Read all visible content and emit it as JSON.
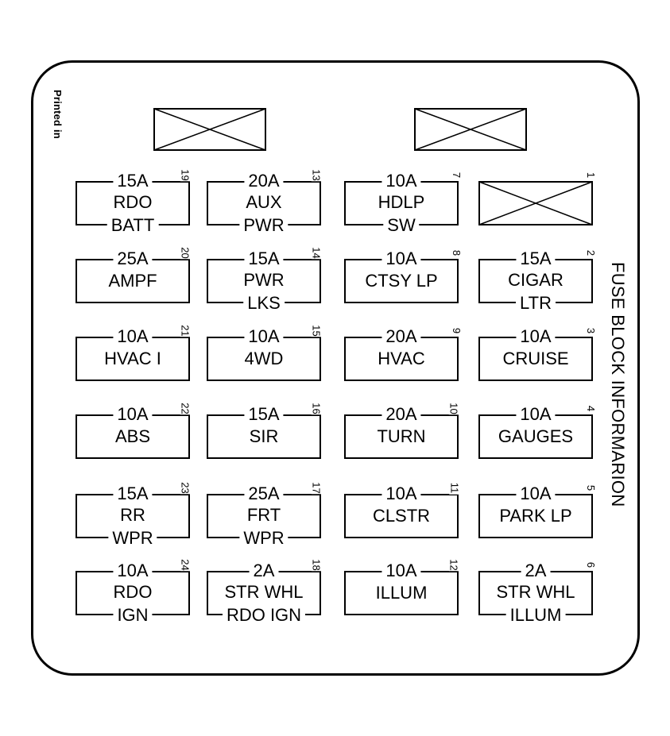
{
  "title": "FUSE BLOCK INFORMARION",
  "printed_note": "Printed in",
  "fuses": [
    {
      "num": "19",
      "amp": "15A",
      "line1": "RDO",
      "line2": "BATT"
    },
    {
      "num": "13",
      "amp": "20A",
      "line1": "AUX",
      "line2": "PWR"
    },
    {
      "num": "7",
      "amp": "10A",
      "line1": "HDLP",
      "line2": "SW"
    },
    {
      "num": "20",
      "amp": "25A",
      "line1": "AMPF",
      "line2": ""
    },
    {
      "num": "14",
      "amp": "15A",
      "line1": "PWR",
      "line2": "LKS"
    },
    {
      "num": "8",
      "amp": "10A",
      "line1": "CTSY LP",
      "line2": ""
    },
    {
      "num": "2",
      "amp": "15A",
      "line1": "CIGAR",
      "line2": "LTR"
    },
    {
      "num": "21",
      "amp": "10A",
      "line1": "HVAC I",
      "line2": ""
    },
    {
      "num": "15",
      "amp": "10A",
      "line1": "4WD",
      "line2": ""
    },
    {
      "num": "9",
      "amp": "20A",
      "line1": "HVAC",
      "line2": ""
    },
    {
      "num": "3",
      "amp": "10A",
      "line1": "CRUISE",
      "line2": ""
    },
    {
      "num": "22",
      "amp": "10A",
      "line1": "ABS",
      "line2": ""
    },
    {
      "num": "16",
      "amp": "15A",
      "line1": "SIR",
      "line2": ""
    },
    {
      "num": "10",
      "amp": "20A",
      "line1": "TURN",
      "line2": ""
    },
    {
      "num": "4",
      "amp": "10A",
      "line1": "GAUGES",
      "line2": ""
    },
    {
      "num": "23",
      "amp": "15A",
      "line1": "RR",
      "line2": "WPR"
    },
    {
      "num": "17",
      "amp": "25A",
      "line1": "FRT",
      "line2": "WPR"
    },
    {
      "num": "11",
      "amp": "10A",
      "line1": "CLSTR",
      "line2": ""
    },
    {
      "num": "5",
      "amp": "10A",
      "line1": "PARK LP",
      "line2": ""
    },
    {
      "num": "24",
      "amp": "10A",
      "line1": "RDO",
      "line2": "IGN"
    },
    {
      "num": "18",
      "amp": "2A",
      "line1": "STR WHL",
      "line2": "RDO IGN"
    },
    {
      "num": "12",
      "amp": "10A",
      "line1": "ILLUM",
      "line2": ""
    },
    {
      "num": "6",
      "amp": "2A",
      "line1": "STR WHL",
      "line2": "ILLUM"
    }
  ],
  "empty_slots": [
    {
      "num": "1"
    }
  ]
}
